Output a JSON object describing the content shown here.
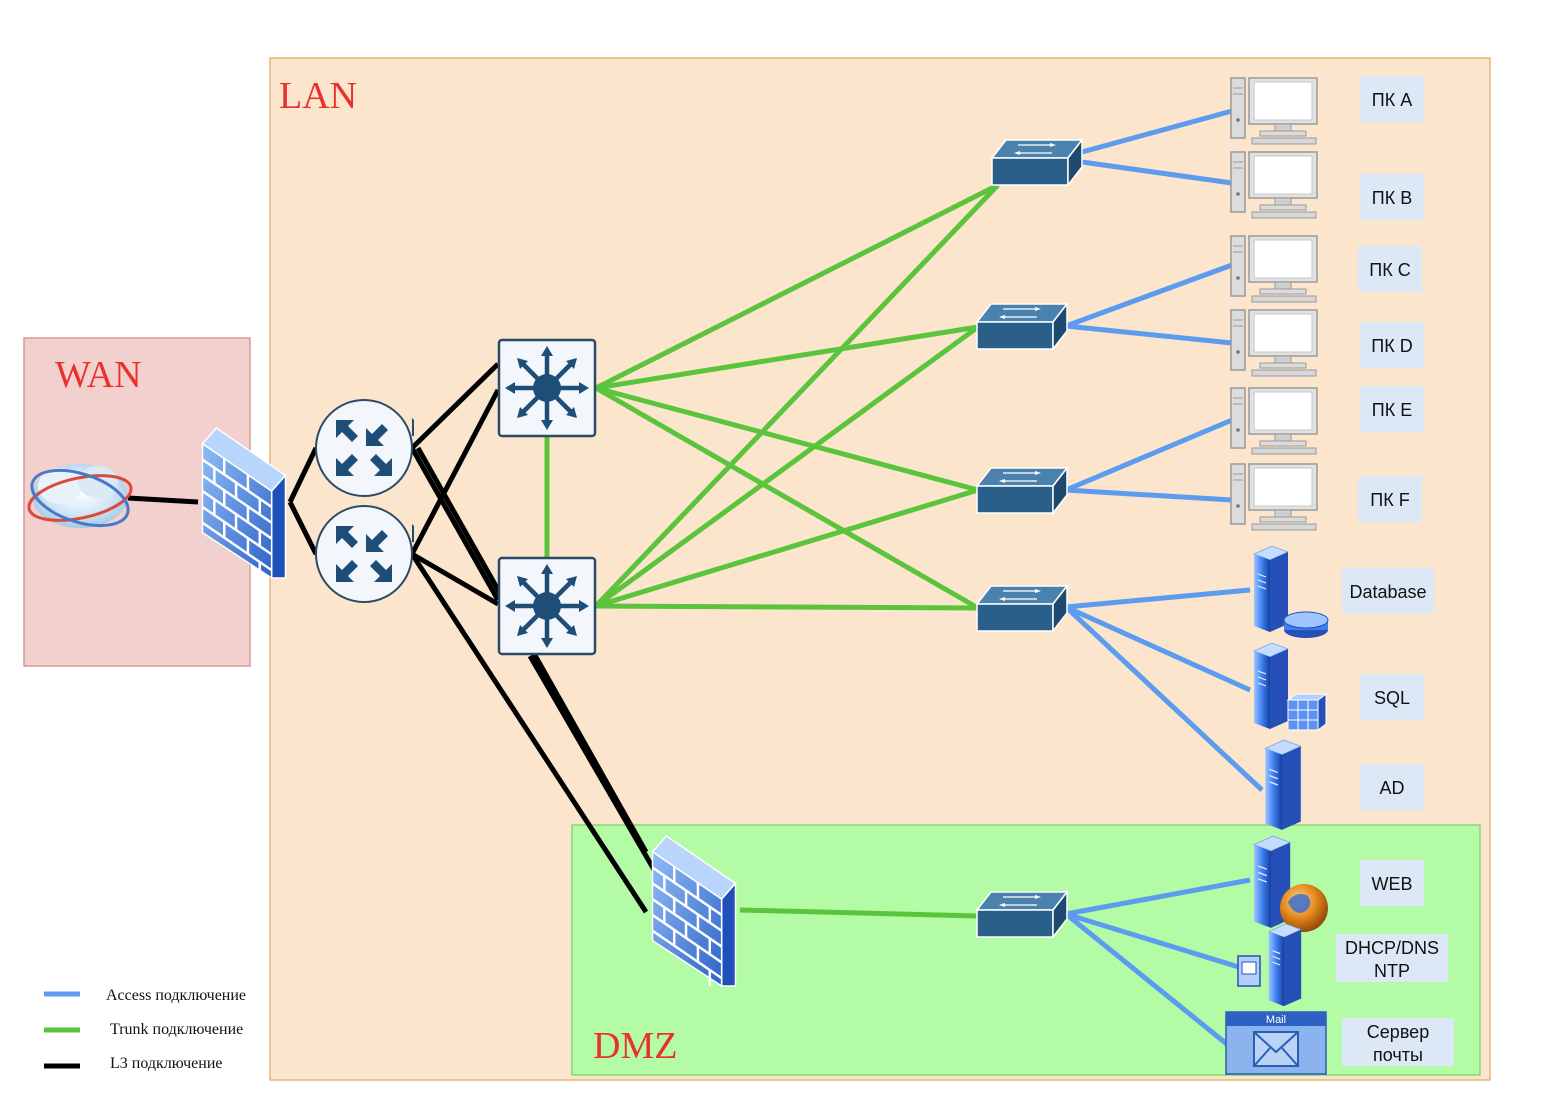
{
  "zones": {
    "lan": "LAN",
    "wan": "WAN",
    "dmz": "DMZ"
  },
  "hosts": {
    "pc_a": "ПК A",
    "pc_b": "ПК B",
    "pc_c": "ПК C",
    "pc_d": "ПК D",
    "pc_e": "ПК E",
    "pc_f": "ПК F"
  },
  "servers": {
    "database": "Database",
    "sql": "SQL",
    "ad": "AD",
    "web": "WEB",
    "dhcp_line1": "DHCP/DNS",
    "dhcp_line2": "NTP",
    "mail_line1": "Сервер",
    "mail_line2": "почты",
    "mail_icon_text": "Mail"
  },
  "legend": {
    "access": "Access подключение",
    "trunk": "Trunk подключение",
    "l3": "L3 подключение"
  },
  "colors": {
    "access": "#5b9bf0",
    "trunk": "#5bc43c",
    "l3": "#000000",
    "lan_fill": "#fbe5cc",
    "wan_fill": "#f2d0ce",
    "dmz_fill": "#b3fba4",
    "label_fill": "#dde8f7",
    "switch_fill": "#2a5f8a",
    "zone_title": "#e8322b"
  }
}
